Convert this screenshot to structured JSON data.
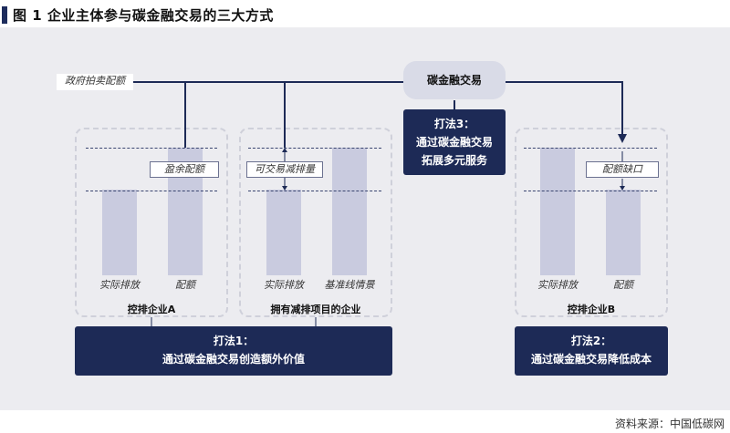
{
  "title": "图 1  企业主体参与碳金融交易的三大方式",
  "gov_allocation": "政府拍卖配额",
  "carbon_trade": "碳金融交易",
  "method3": {
    "line1": "打法3：",
    "line2": "通过碳金融交易",
    "line3": "拓展多元服务"
  },
  "method1": {
    "line1": "打法1：",
    "line2": "通过碳金融交易创造额外价值"
  },
  "method2": {
    "line1": "打法2：",
    "line2": "通过碳金融交易降低成本"
  },
  "enterprise_a": {
    "name": "控排企业A",
    "tag": "盈余配额",
    "bars": [
      "实际排放",
      "配额"
    ]
  },
  "enterprise_mid": {
    "name": "拥有减排项目的企业",
    "tag": "可交易减排量",
    "bars": [
      "实际排放",
      "基准线情景"
    ]
  },
  "enterprise_b": {
    "name": "控排企业B",
    "tag": "配额缺口",
    "bars": [
      "实际排放",
      "配额"
    ]
  },
  "source": "资料来源：中国低碳网"
}
